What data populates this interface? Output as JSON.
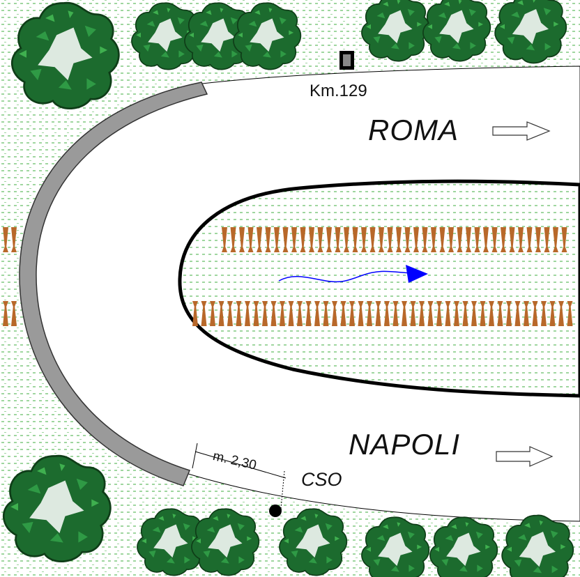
{
  "labels": {
    "km_marker": "Km.129",
    "upper_direction": "ROMA",
    "lower_direction": "NAPOLI",
    "station_code": "CSO",
    "dimension": "m. 2,30"
  },
  "colors": {
    "grass_dash": "#3fae3f",
    "tree_dark": "#1c6b2e",
    "tree_light": "#2f9a45",
    "tree_outline": "#0f3d18",
    "guardrail": "#9a9a9a",
    "median_border": "#000000",
    "hedge": "#b8682a",
    "flow_arrow": "#0000ff"
  },
  "icons": {
    "km_post": "milestone-icon",
    "measure_point": "survey-point-icon",
    "direction_arrow": "hollow-right-arrow-icon",
    "flow_arrow": "wavy-arrow-icon",
    "tree": "tree-canopy-icon"
  }
}
